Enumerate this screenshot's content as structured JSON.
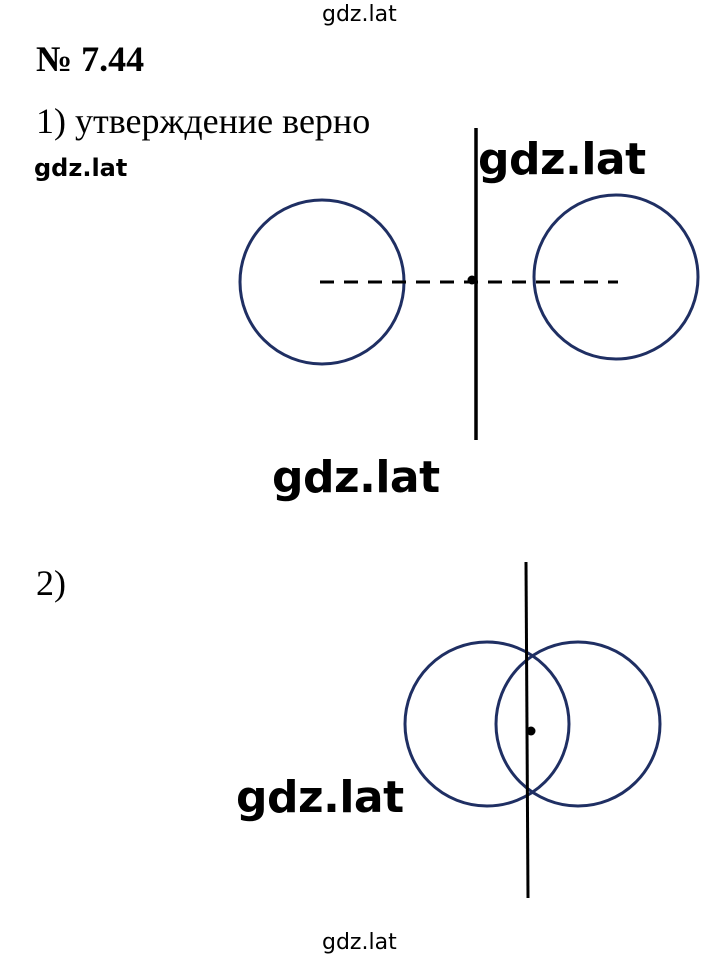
{
  "header": {
    "watermark": "gdz.lat",
    "task_number": "№ 7.44"
  },
  "part1": {
    "label": "1) утверждение верно",
    "watermark_left": "gdz.lat",
    "watermark_right": "gdz.lat",
    "watermark_bottom": "gdz.lat"
  },
  "part2": {
    "label": "2)",
    "watermark": "gdz.lat"
  },
  "footer": {
    "watermark": "gdz.lat"
  },
  "colors": {
    "circle": "#1f2f63",
    "line": "#000000"
  }
}
